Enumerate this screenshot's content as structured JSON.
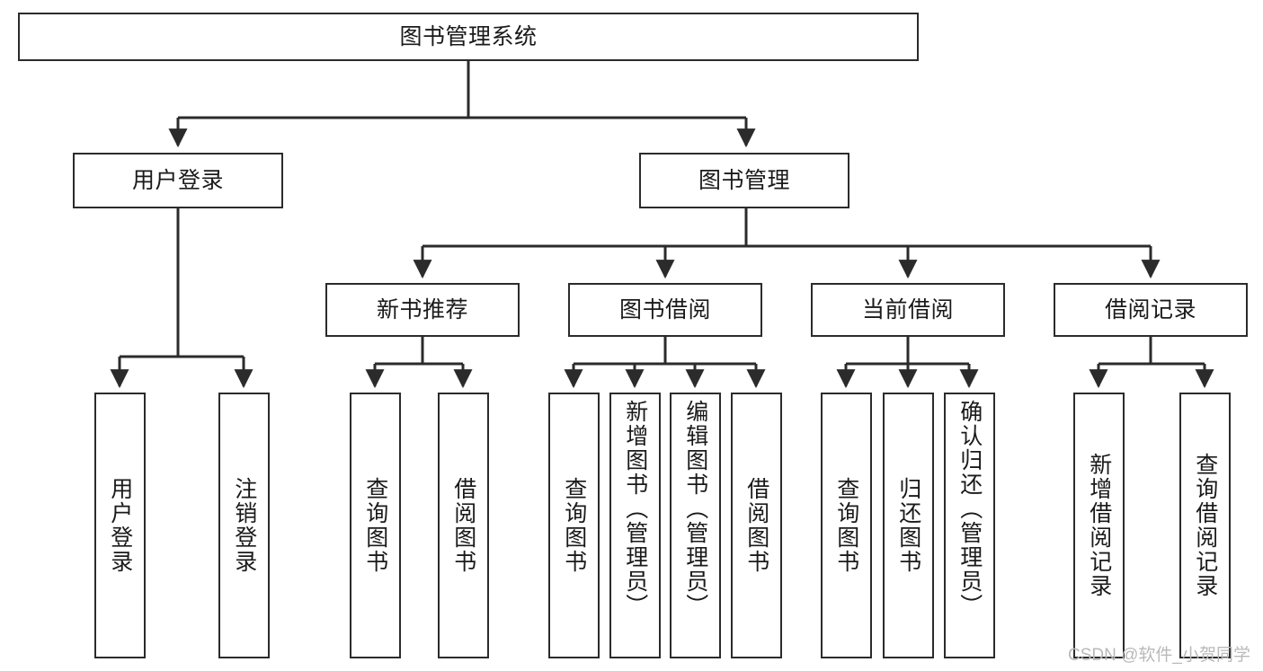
{
  "diagram": {
    "type": "tree-hierarchy",
    "title": "图书管理系统",
    "watermark": "CSDN @软件_小贺同学",
    "colors": {
      "background": "#ffffff",
      "node_border": "#2b2b2b",
      "node_fill": "#ffffff",
      "edge": "#2b2b2b",
      "text": "#1a1a1a",
      "watermark": "#b9b9b9"
    },
    "nodes": {
      "root": {
        "label": "图书管理系统"
      },
      "level2": [
        {
          "label": "用户登录"
        },
        {
          "label": "图书管理"
        }
      ],
      "level3": [
        {
          "label": "新书推荐"
        },
        {
          "label": "图书借阅"
        },
        {
          "label": "当前借阅"
        },
        {
          "label": "借阅记录"
        }
      ],
      "leaves_user_login": [
        {
          "label": "用户登录"
        },
        {
          "label": "注销登录"
        }
      ],
      "leaves_new_book": [
        {
          "label": "查询图书"
        },
        {
          "label": "借阅图书"
        }
      ],
      "leaves_borrow": [
        {
          "label": "查询图书"
        },
        {
          "label": "新增图书（管理员）"
        },
        {
          "label": "编辑图书（管理员）"
        },
        {
          "label": "借阅图书"
        }
      ],
      "leaves_current": [
        {
          "label": "查询图书"
        },
        {
          "label": "归还图书"
        },
        {
          "label": "确认归还（管理员）"
        }
      ],
      "leaves_records": [
        {
          "label": "新增借阅记录"
        },
        {
          "label": "查询借阅记录"
        }
      ]
    }
  }
}
